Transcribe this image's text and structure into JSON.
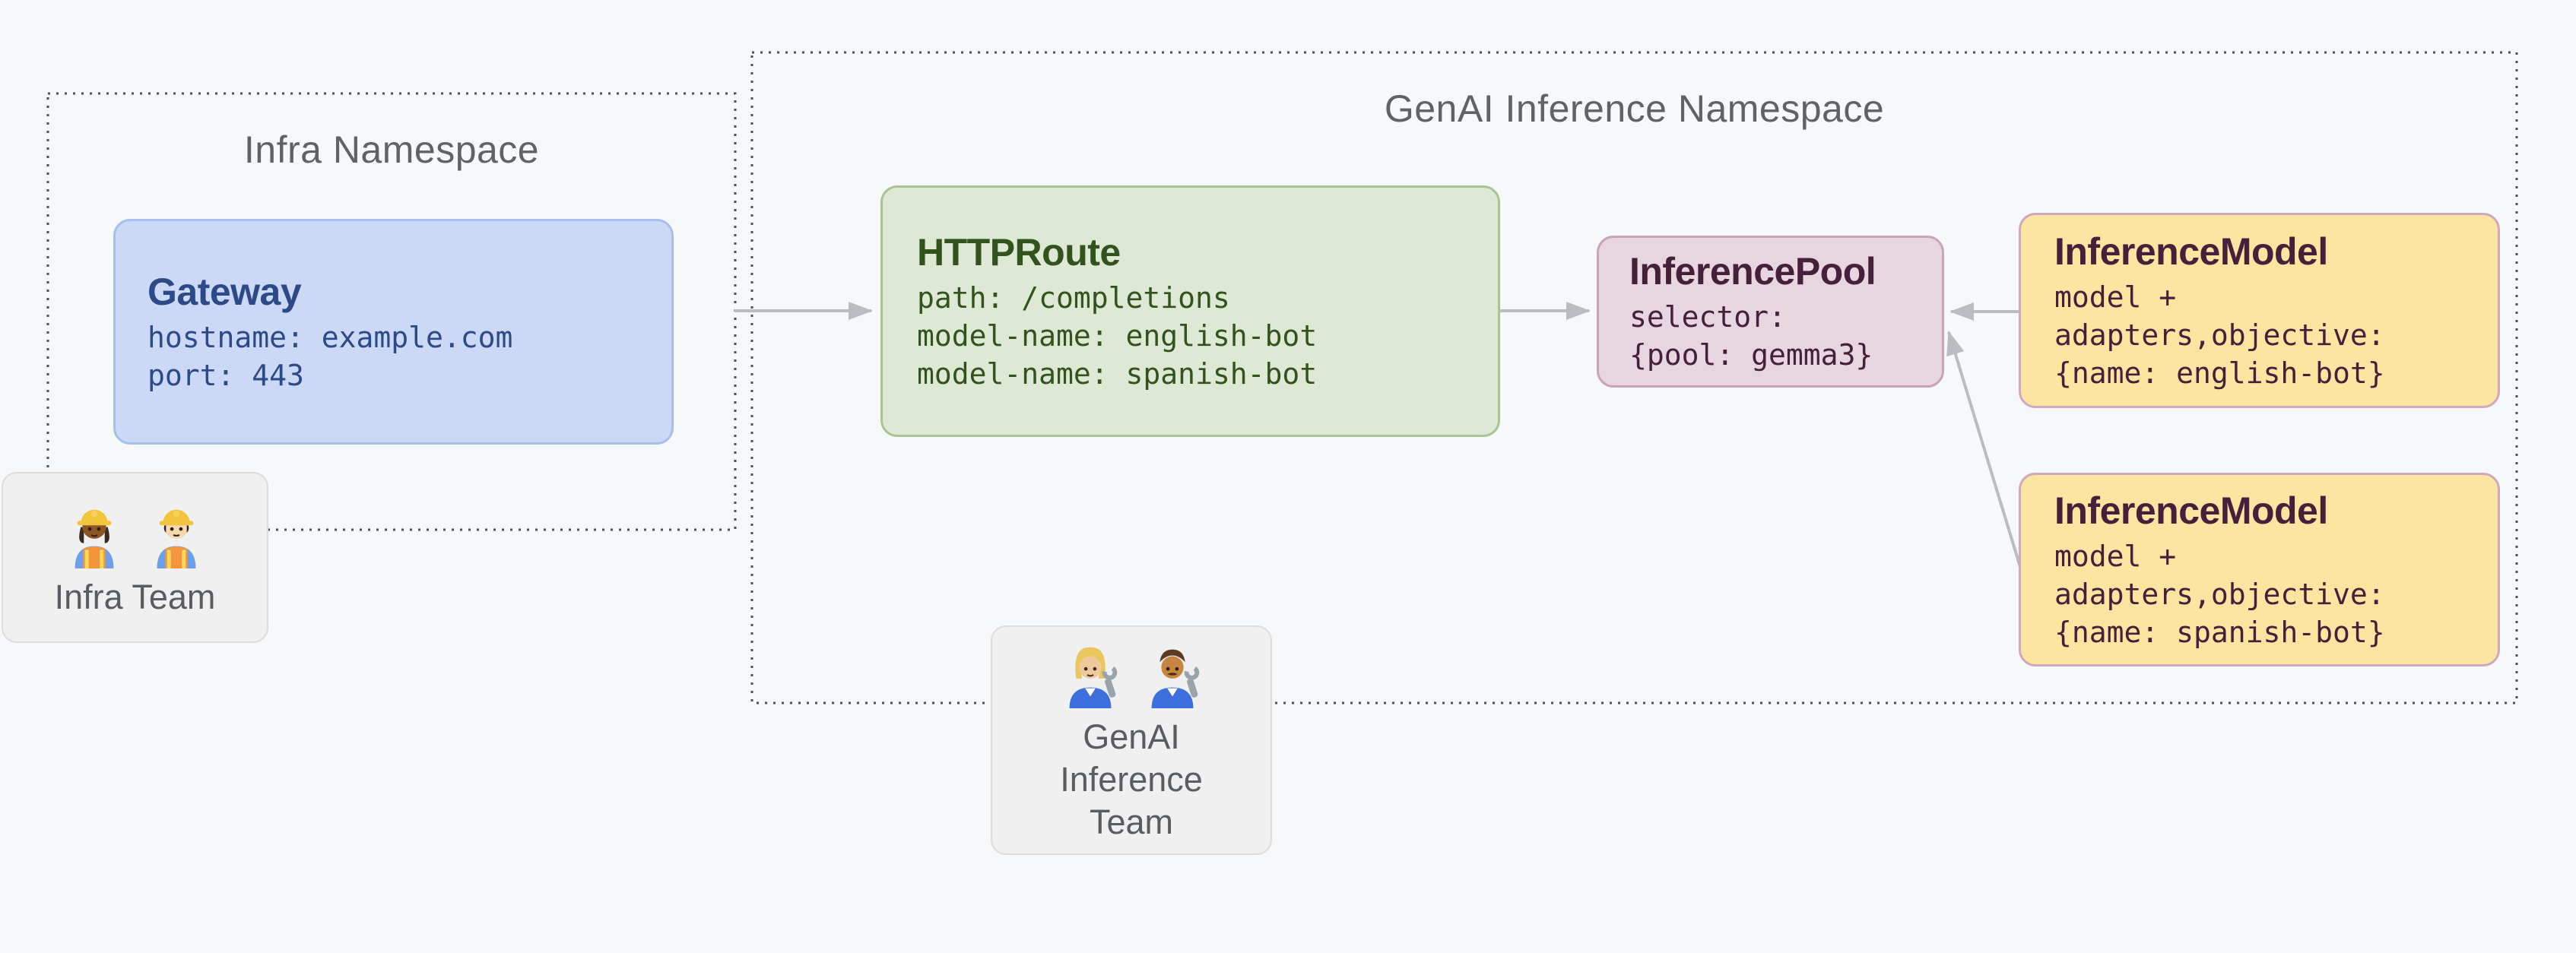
{
  "colors": {
    "background": "#f7f8fa",
    "namespace_border": "#4e5257",
    "namespace_label": "#5f6368",
    "arrow": "#b9bcc1",
    "gateway_fill": "#cbd9f6",
    "gateway_border": "#a7bfec",
    "gateway_text": "#2c4a87",
    "httproute_fill": "#dde9d4",
    "httproute_border": "#a6c593",
    "httproute_text": "#33531e",
    "pool_fill": "#e7d5df",
    "pool_border": "#c9a3bb",
    "pool_text": "#45203a",
    "model_fill": "#fbe5a1",
    "model_border": "#cfa7be",
    "model_text": "#45203a",
    "team_fill": "#f0f0f1",
    "team_border": "#dcddde",
    "team_text": "#595d62"
  },
  "infra_namespace": {
    "title": "Infra Namespace",
    "gateway": {
      "title": "Gateway",
      "lines": [
        "hostname: example.com",
        "port: 443"
      ]
    }
  },
  "genai_namespace": {
    "title": "GenAI Inference Namespace",
    "httproute": {
      "title": "HTTPRoute",
      "lines": [
        "path: /completions",
        "model-name: english-bot",
        "model-name: spanish-bot"
      ]
    },
    "inference_pool": {
      "title": "InferencePool",
      "lines": [
        "selector:",
        "{pool: gemma3}"
      ]
    },
    "inference_models": [
      {
        "title": "InferenceModel",
        "lines": [
          "model +",
          "adapters,objective:",
          "{name: english-bot}"
        ]
      },
      {
        "title": "InferenceModel",
        "lines": [
          "model +",
          "adapters,objective:",
          "{name: spanish-bot}"
        ]
      }
    ]
  },
  "teams": {
    "infra": {
      "label": "Infra Team",
      "icons": [
        "woman-construction-worker",
        "man-construction-worker"
      ]
    },
    "genai": {
      "label": "GenAI Inference Team",
      "icons": [
        "woman-mechanic",
        "man-mechanic"
      ]
    }
  }
}
